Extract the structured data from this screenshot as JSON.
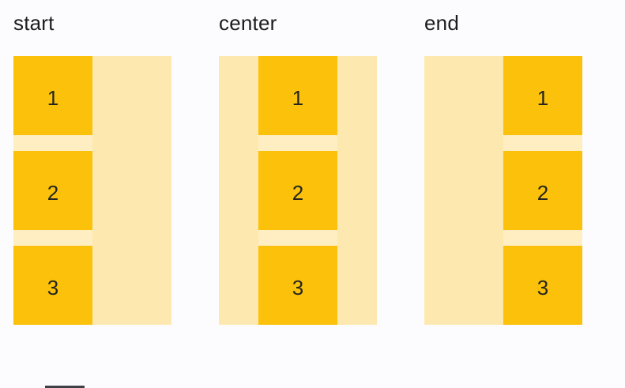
{
  "page": {
    "background": "#FCFCFF"
  },
  "colors": {
    "page_bg": "#FCFCFF",
    "container_bg": "#FDE9B0",
    "track_bg": "#FEEEC1",
    "item_bg": "#FCC10A",
    "item_text": "#24251D",
    "label_text": "#1C1C1C",
    "partial_bg": "#3F4045"
  },
  "examples": [
    {
      "label": "start",
      "alignment": "start",
      "items": [
        "1",
        "2",
        "3"
      ]
    },
    {
      "label": "center",
      "alignment": "center",
      "items": [
        "1",
        "2",
        "3"
      ]
    },
    {
      "label": "end",
      "alignment": "end",
      "items": [
        "1",
        "2",
        "3"
      ]
    }
  ]
}
